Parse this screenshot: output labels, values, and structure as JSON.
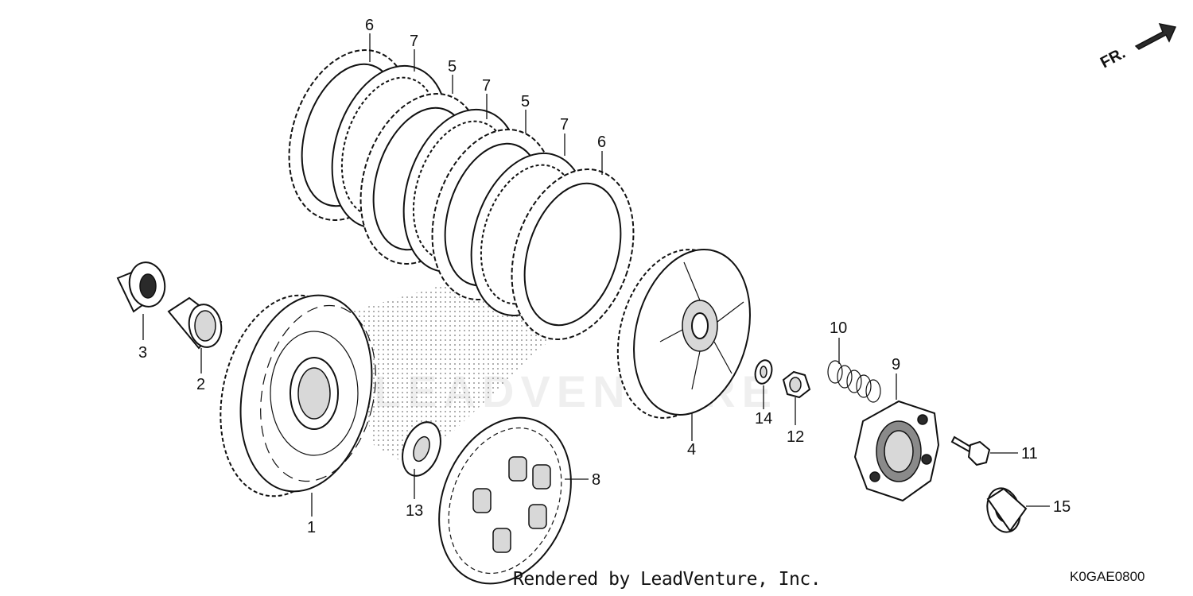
{
  "labels": [
    {
      "id": "p6a",
      "text": "6"
    },
    {
      "id": "p7a",
      "text": "7"
    },
    {
      "id": "p5a",
      "text": "5"
    },
    {
      "id": "p7b",
      "text": "7"
    },
    {
      "id": "p5b",
      "text": "5"
    },
    {
      "id": "p7c",
      "text": "7"
    },
    {
      "id": "p6b",
      "text": "6"
    },
    {
      "id": "p3",
      "text": "3"
    },
    {
      "id": "p2",
      "text": "2"
    },
    {
      "id": "p1",
      "text": "1"
    },
    {
      "id": "p13",
      "text": "13"
    },
    {
      "id": "p8",
      "text": "8"
    },
    {
      "id": "p4",
      "text": "4"
    },
    {
      "id": "p14",
      "text": "14"
    },
    {
      "id": "p12",
      "text": "12"
    },
    {
      "id": "p10",
      "text": "10"
    },
    {
      "id": "p9",
      "text": "9"
    },
    {
      "id": "p11",
      "text": "11"
    },
    {
      "id": "p15",
      "text": "15"
    }
  ],
  "direction_label": "FR.",
  "watermark": "LEADVENTURE",
  "footer_text": "Rendered by LeadVenture, Inc.",
  "diagram_code": "K0GAE0800"
}
